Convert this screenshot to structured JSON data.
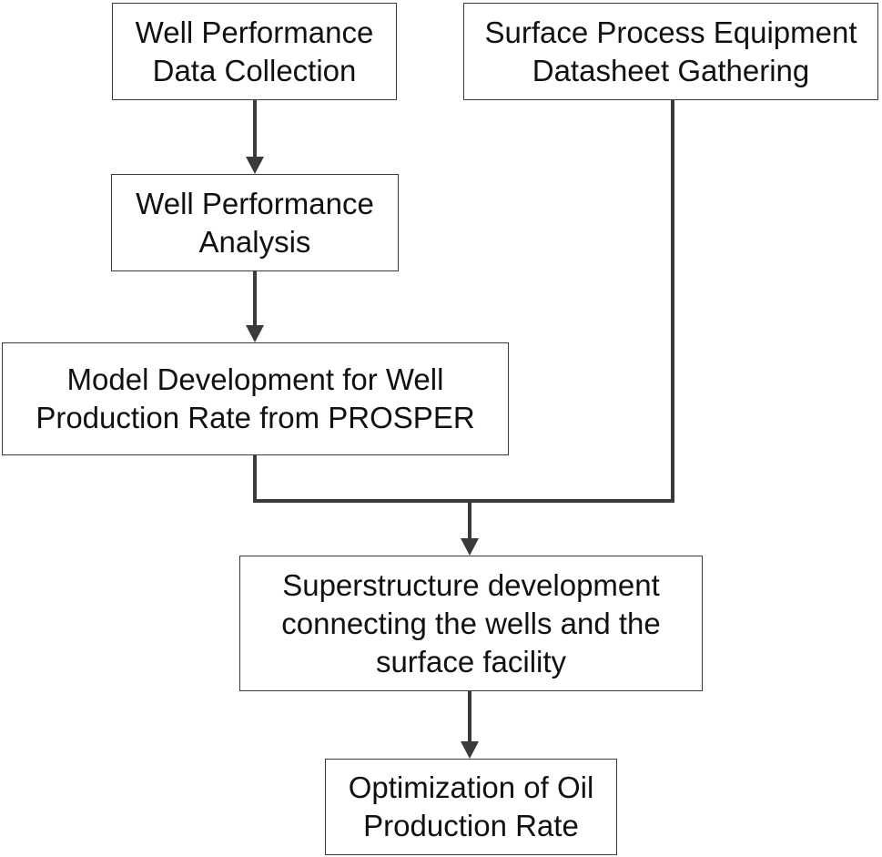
{
  "steps": {
    "data_collection": [
      "Well Performance",
      "Data Collection"
    ],
    "datasheet_gathering": [
      "Surface Process Equipment",
      "Datasheet Gathering"
    ],
    "performance_analysis": [
      "Well Performance",
      "Analysis"
    ],
    "model_development": [
      "Model Development for Well",
      "Production Rate from PROSPER"
    ],
    "superstructure": [
      "Superstructure development",
      "connecting the wells and the",
      "surface facility"
    ],
    "optimization": [
      "Optimization of Oil",
      "Production Rate"
    ]
  },
  "colors": {
    "line": "#3a3a3a",
    "box_border": "#3a3a3a",
    "text": "#111111",
    "background": "#ffffff"
  }
}
